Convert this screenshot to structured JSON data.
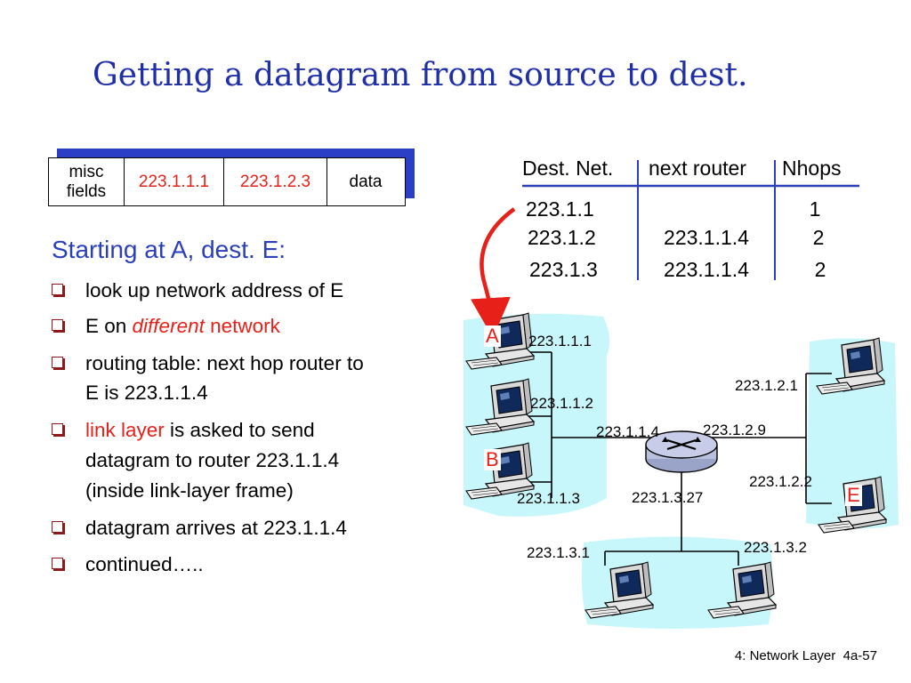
{
  "title": "Getting a datagram from source to dest.",
  "datagram": {
    "fields": [
      {
        "label": "misc fields",
        "style": "black"
      },
      {
        "label": "223.1.1.1",
        "style": "red"
      },
      {
        "label": "223.1.2.3",
        "style": "red"
      },
      {
        "label": "data",
        "style": "black"
      }
    ]
  },
  "routing_table": {
    "headers": [
      "Dest. Net.",
      "next router",
      "Nhops"
    ],
    "rows": [
      {
        "dest": "223.1.1",
        "next": "",
        "hops": "1"
      },
      {
        "dest": "223.1.2",
        "next": "223.1.1.4",
        "hops": "2"
      },
      {
        "dest": "223.1.3",
        "next": "223.1.1.4",
        "hops": "2"
      }
    ]
  },
  "explanation": {
    "heading": "Starting at A, dest. E:",
    "bullets": [
      {
        "parts": [
          {
            "text": "look up network address of E",
            "style": "normal"
          }
        ]
      },
      {
        "parts": [
          {
            "text": "E on ",
            "style": "normal"
          },
          {
            "text": "different",
            "style": "red-italic"
          },
          {
            "text": " network",
            "style": "red"
          }
        ]
      },
      {
        "lines": [
          "routing table: next hop router to",
          "E is 223.1.1.4"
        ]
      },
      {
        "parts": [
          {
            "text": "link layer",
            "style": "red"
          },
          {
            "text": " is asked to send",
            "style": "normal"
          }
        ],
        "lines_extra": [
          "datagram to router 223.1.1.4",
          "(inside link-layer frame)"
        ]
      },
      {
        "parts": [
          {
            "text": "datagram arrives at 223.1.1.4",
            "style": "normal"
          }
        ]
      },
      {
        "parts": [
          {
            "text": "continued…..",
            "style": "normal"
          }
        ]
      }
    ]
  },
  "network": {
    "host_labels": {
      "a": "A",
      "b": "B",
      "e": "E"
    },
    "addresses": {
      "h1": "223.1.1.1",
      "h2": "223.1.1.2",
      "h3": "223.1.1.3",
      "r11": "223.1.1.4",
      "r12": "223.1.2.9",
      "r13": "223.1.3.27",
      "e1": "223.1.2.1",
      "e2": "223.1.2.2",
      "b1": "223.1.3.1",
      "b2": "223.1.3.2"
    }
  },
  "footer": {
    "section": "4: Network Layer",
    "page": "4a-57"
  },
  "colors": {
    "title": "#1f2fa8",
    "highlight": "#e8201a",
    "subnet": "#c8f7fb",
    "arrow": "#e8201a"
  }
}
